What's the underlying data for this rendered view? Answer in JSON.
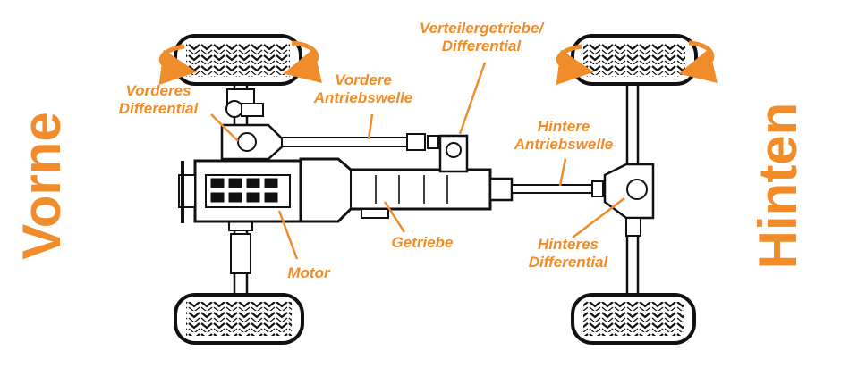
{
  "colors": {
    "accent": "#f08c2a",
    "ink": "#111111",
    "background": "#ffffff"
  },
  "side_labels": {
    "front": "Vorne",
    "rear": "Hinten"
  },
  "labels": {
    "front_differential": [
      "Vorderes",
      "Differential"
    ],
    "front_driveshaft": [
      "Vordere",
      "Antriebswelle"
    ],
    "transfer_case": [
      "Verteilergetriebe/",
      "Differential"
    ],
    "rear_driveshaft": [
      "Hintere",
      "Antriebswelle"
    ],
    "engine": "Motor",
    "transmission": "Getriebe",
    "rear_differential": [
      "Hinteres",
      "Differential"
    ]
  },
  "icons": {
    "wheel": "tire-icon",
    "rotation": "curved-arrow-icon"
  }
}
